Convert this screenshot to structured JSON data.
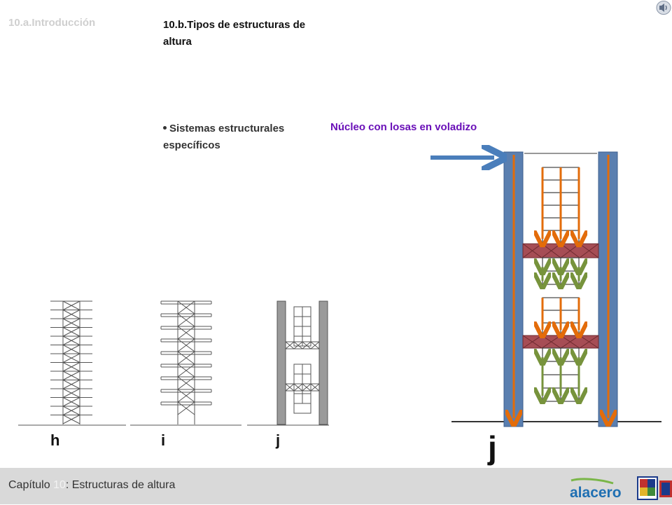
{
  "nav": {
    "previous_section": "10.a.Introducción",
    "current_section": "10.b.Tipos de estructuras de altura"
  },
  "content": {
    "bullet_text": "Sistemas estructurales específicos",
    "subtitle": "Núcleo con losas en voladizo",
    "subtitle_color": "#6a10b8"
  },
  "figure": {
    "label_h": "h",
    "label_i": "i",
    "label_j": "j",
    "big_label": "j",
    "arrow_colors": {
      "load": "#4a7ebb",
      "gravity": "#e36c0a",
      "tension": "#77933c",
      "outrigger": "#a64d55",
      "core": "#5a7fb0"
    }
  },
  "footer": {
    "prefix": "Capítulo ",
    "chapter_number": "10",
    "suffix": ": Estructuras de altura",
    "logo_text": "alacero"
  },
  "icons": [
    "speaker-icon",
    "university-crest-icon"
  ]
}
